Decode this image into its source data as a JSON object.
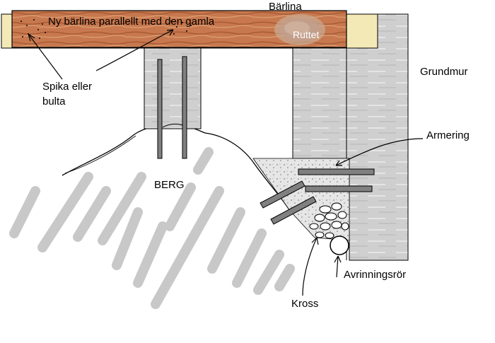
{
  "labels": {
    "new_beam": "Ny bärlina parallellt med den gamla",
    "old_beam": "Bärlina",
    "rotten": "Ruttet",
    "nail_line1": "Spika eller",
    "nail_line2": "bulta",
    "rock": "BERG",
    "foundation": "Grundmur",
    "rebar": "Armering",
    "drain_pipe": "Avrinningsrör",
    "gravel": "Kross"
  },
  "colors": {
    "wood": "#c8784e",
    "old_wood": "#f3e9b6",
    "concrete": "#cccccc",
    "rebar": "#808080",
    "rock_stroke": "#c8c8c8"
  }
}
